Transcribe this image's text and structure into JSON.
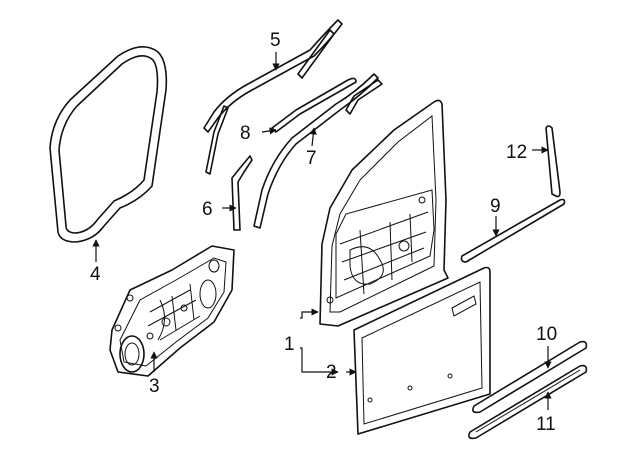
{
  "callouts": [
    "1",
    "2",
    "3",
    "4",
    "5",
    "6",
    "7",
    "8",
    "9",
    "10",
    "11",
    "12"
  ],
  "colors": {
    "line": "#111111",
    "background": "#ffffff"
  }
}
